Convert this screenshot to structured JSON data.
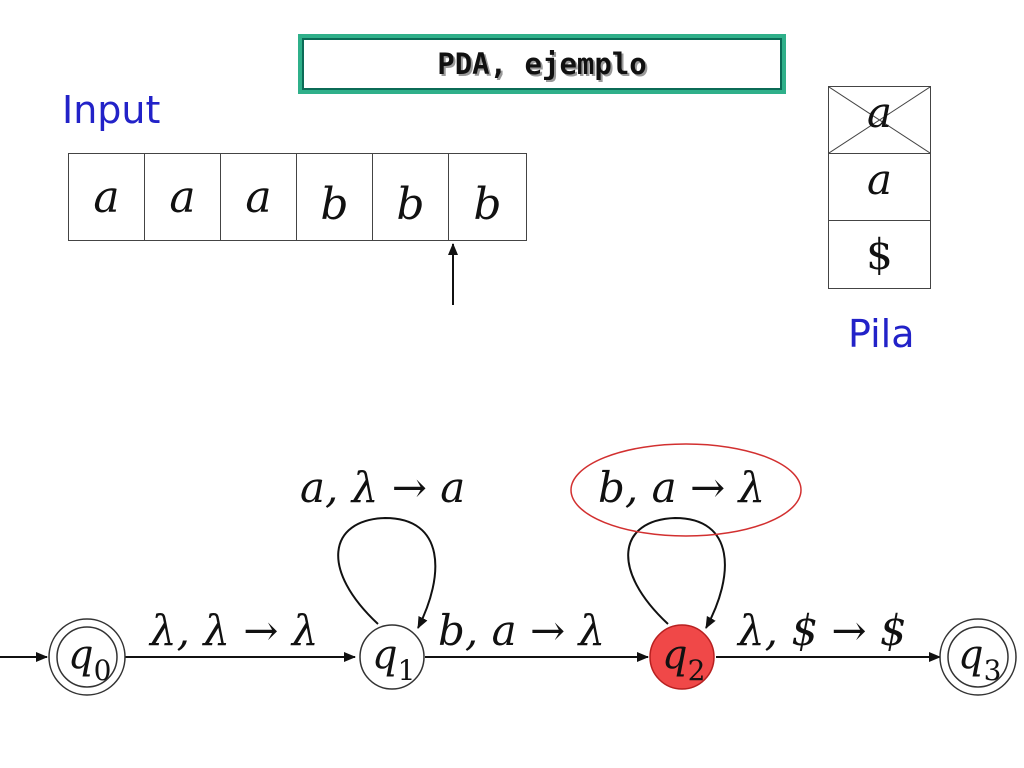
{
  "title": "PDA, ejemplo",
  "input_label": "Input",
  "stack_label": "Pila",
  "input_tape": [
    "a",
    "a",
    "a",
    "b",
    "b",
    "b"
  ],
  "stack": [
    {
      "symbol": "a",
      "popped": true
    },
    {
      "symbol": "a",
      "popped": false
    },
    {
      "symbol": "$",
      "popped": false
    }
  ],
  "states": [
    {
      "name": "q",
      "sub": "0",
      "accepting": true,
      "initial": true,
      "current": false
    },
    {
      "name": "q",
      "sub": "1",
      "accepting": false,
      "initial": false,
      "current": false
    },
    {
      "name": "q",
      "sub": "2",
      "accepting": false,
      "initial": false,
      "current": true
    },
    {
      "name": "q",
      "sub": "3",
      "accepting": true,
      "initial": false,
      "current": false
    }
  ],
  "transitions": {
    "q0_q1": "λ, λ → λ",
    "q1_loop": "a, λ → a",
    "q1_q2": "b, a → λ",
    "q2_loop": "b, a → λ",
    "q2_q3": "λ, $ → $"
  },
  "colors": {
    "title_border": "#2fb08a",
    "label_blue": "#2222c8",
    "current_state": "#f04848",
    "highlight_ellipse": "#d23030"
  }
}
